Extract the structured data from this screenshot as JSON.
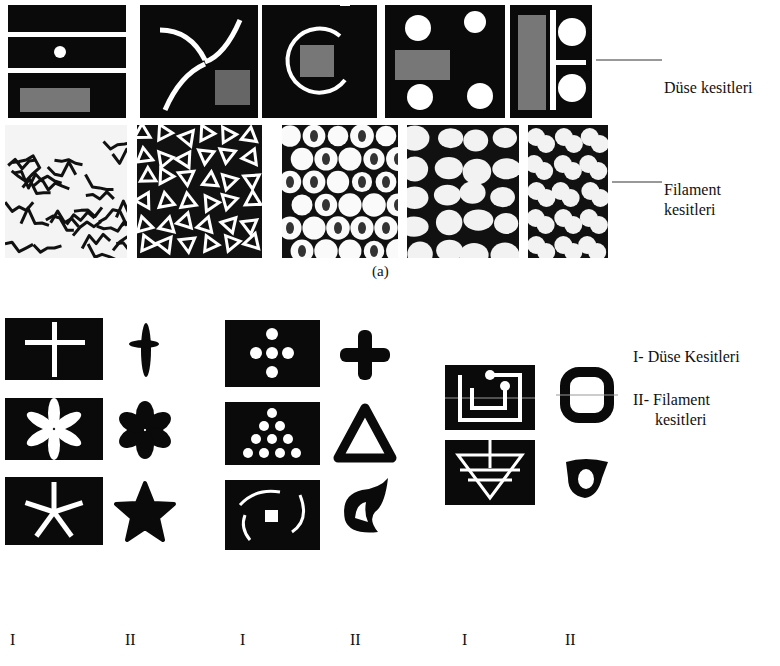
{
  "diagram": {
    "labels": [
      "Düse kesitleri",
      "Filament kesitleri",
      "(a)",
      "I- Düse Kesitleri",
      "II- Filament kesitleri",
      "I",
      "II",
      "I",
      "II",
      "I",
      "II"
    ]
  }
}
